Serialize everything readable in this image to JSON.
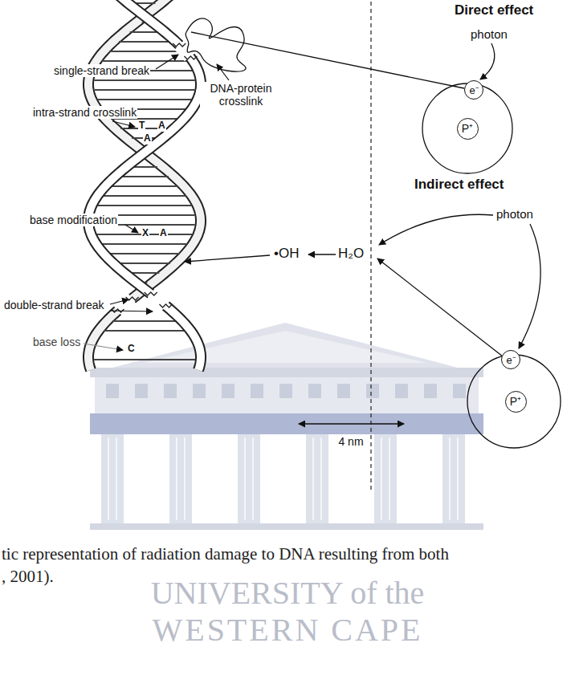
{
  "diagram": {
    "nodes": [
      {
        "text": [
          "e⁻"
        ]
      },
      {
        "text": [
          "P⁺"
        ]
      },
      {
        "text": [
          "e⁻"
        ]
      },
      {
        "text": [
          "P⁺"
        ]
      }
    ],
    "labels": [
      "Direct effect",
      "photon",
      "single-strand break",
      "DNA-protein crosslink",
      "intra-strand crosslink",
      "T",
      "A",
      "A",
      "base modification",
      "X",
      "A",
      "Indirect effect",
      "double-strand break",
      "photon",
      "•OH",
      "H₂O",
      "base loss",
      "C",
      "4 nm",
      "tic representation of radiation damage to DNA resulting from both",
      ", 2001).",
      "UNIVERSITY of the",
      "WESTERN CAPE"
    ]
  }
}
